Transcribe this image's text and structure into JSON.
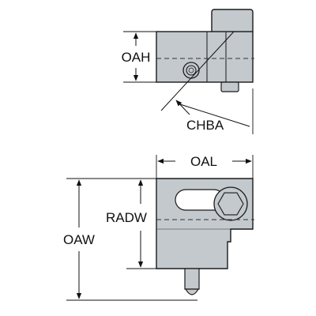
{
  "colors": {
    "body_fill": "#c3c9cd",
    "outline": "#1a1a1a",
    "dimension_line": "#111111",
    "centerline": "#333333",
    "background": "#ffffff"
  },
  "top_view": {
    "labels": {
      "height": "OAH",
      "chamfer": "CHBA"
    }
  },
  "side_view": {
    "labels": {
      "length": "OAL",
      "width": "OAW",
      "radial_width": "RADW"
    }
  }
}
